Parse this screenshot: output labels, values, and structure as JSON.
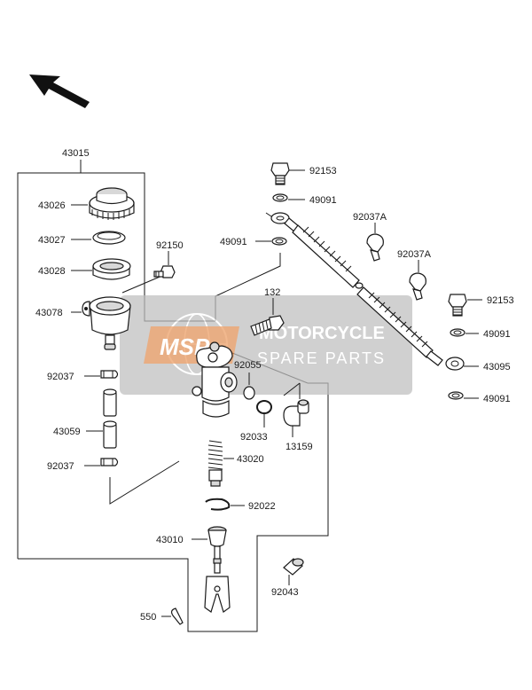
{
  "diagram": {
    "labels": {
      "p43015": "43015",
      "p43026": "43026",
      "p43027": "43027",
      "p43028": "43028",
      "p43078": "43078",
      "p92037a": "92037",
      "p43059": "43059",
      "p92037b": "92037",
      "p92150": "92150",
      "p92153a": "92153",
      "p49091a": "49091",
      "p49091b": "49091",
      "p92037A1": "92037A",
      "p92037A2": "92037A",
      "p92153b": "92153",
      "p49091c": "49091",
      "p43095": "43095",
      "p49091d": "49091",
      "p132": "132",
      "p92055": "92055",
      "p92033": "92033",
      "p13159": "13159",
      "p43020": "43020",
      "p92022": "92022",
      "p43010": "43010",
      "p92043": "92043",
      "p550": "550"
    },
    "watermark": {
      "logo": "MSP",
      "title": "MOTORCYCLE",
      "subtitle": "SPARE PARTS"
    },
    "colors": {
      "watermark_bg": "#bfbfbf",
      "watermark_logo": "#e8853c"
    },
    "icons": {
      "direction_arrow": "front-direction-arrow-icon"
    }
  }
}
